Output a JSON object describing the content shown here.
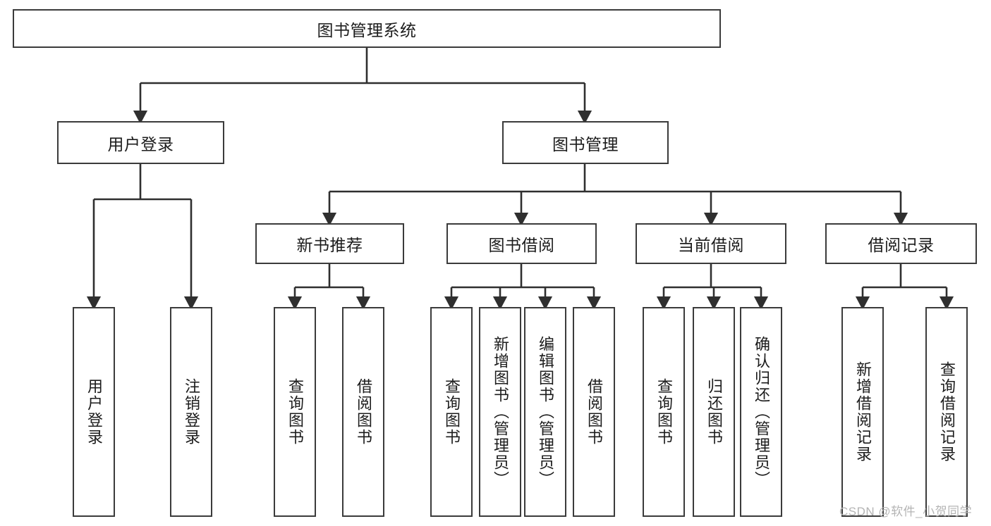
{
  "diagram": {
    "title": "图书管理系统",
    "type": "hierarchy-tree",
    "watermark": "CSDN @软件_小贺同学",
    "colors": {
      "box_border": "#3b3b3b",
      "box_fill": "#ffffff",
      "edge": "#2f2f2f",
      "text": "#1c1c1c",
      "watermark": "#b4b4b4",
      "background": "#ffffff"
    },
    "root": {
      "label": "图书管理系统"
    },
    "level2": [
      {
        "label": "用户登录"
      },
      {
        "label": "图书管理"
      }
    ],
    "level3": [
      {
        "label": "新书推荐"
      },
      {
        "label": "图书借阅"
      },
      {
        "label": "当前借阅"
      },
      {
        "label": "借阅记录"
      }
    ],
    "leaves": {
      "user_login": [
        {
          "label": "用户登录"
        },
        {
          "label": "注销登录"
        }
      ],
      "new_book_recommend": [
        {
          "label": "查询图书"
        },
        {
          "label": "借阅图书"
        }
      ],
      "book_borrow": [
        {
          "label": "查询图书"
        },
        {
          "label": "新增图书（管理员）"
        },
        {
          "label": "编辑图书（管理员）"
        },
        {
          "label": "借阅图书"
        }
      ],
      "current_borrow": [
        {
          "label": "查询图书"
        },
        {
          "label": "归还图书"
        },
        {
          "label": "确认归还（管理员）"
        }
      ],
      "borrow_record": [
        {
          "label": "新增借阅记录"
        },
        {
          "label": "查询借阅记录"
        }
      ]
    }
  }
}
